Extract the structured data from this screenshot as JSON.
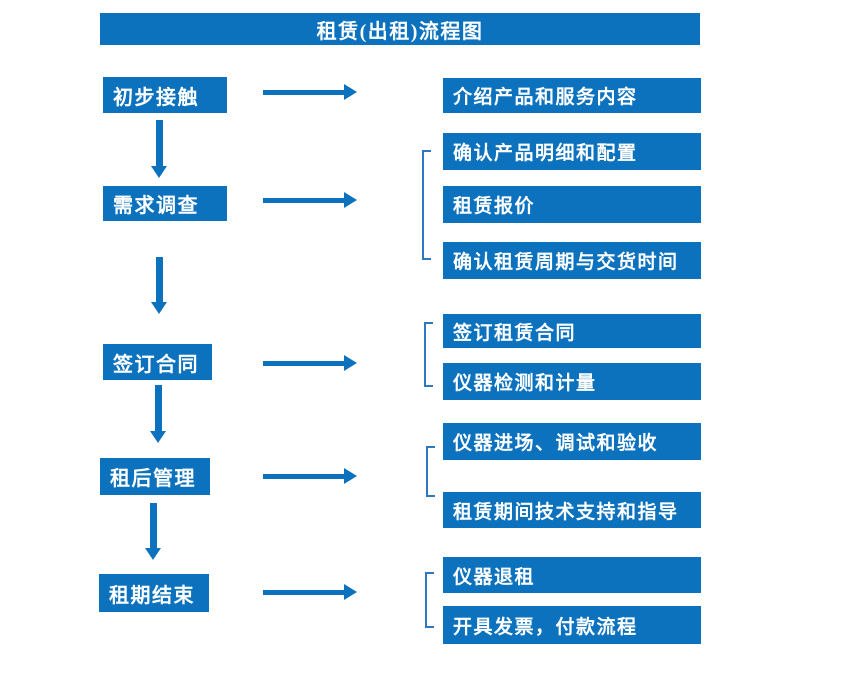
{
  "title": "租赁(出租)流程图",
  "colors": {
    "primary_blue": "#0d72bd",
    "bracket_blue": "#2e78c2",
    "text_on_primary": "#ffffff",
    "background": "#ffffff"
  },
  "flow": {
    "groups": [
      {
        "step": "初步接触",
        "items": [
          "介绍产品和服务内容"
        ]
      },
      {
        "step": "需求调查",
        "items": [
          "确认产品明细和配置",
          "租赁报价",
          "确认租赁周期与交货时间"
        ]
      },
      {
        "step": "签订合同",
        "items": [
          "签订租赁合同",
          "仪器检测和计量"
        ]
      },
      {
        "step": "租后管理",
        "items": [
          "仪器进场、调试和验收",
          "租赁期间技术支持和指导"
        ]
      },
      {
        "step": "租期结束",
        "items": [
          "仪器退租",
          "开具发票，付款流程"
        ]
      }
    ]
  }
}
